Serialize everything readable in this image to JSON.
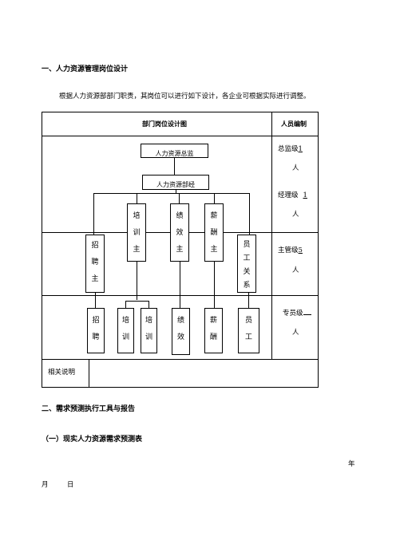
{
  "section1": {
    "heading": "一、人力资源管理岗位设计",
    "intro": "根据人力资源部部门职责，其岗位可以进行如下设计，各企业可根据实际进行调整。"
  },
  "table": {
    "header_left": "部门岗位设计图",
    "header_right": "人员编制",
    "chart": {
      "director": "人力资源总监",
      "manager": "人力资源部经",
      "supervisors": [
        {
          "id": "training",
          "chars": [
            "培",
            "训",
            "主"
          ]
        },
        {
          "id": "performance",
          "chars": [
            "绩",
            "效",
            "主"
          ]
        },
        {
          "id": "compensation",
          "chars": [
            "薪",
            "酬",
            "主"
          ]
        }
      ],
      "side_supervisors": {
        "recruit": [
          "招",
          "聘",
          "主"
        ],
        "employee_relations": [
          "员",
          "工",
          "关",
          "系"
        ]
      },
      "specialists": [
        {
          "id": "recruit",
          "chars": [
            "招",
            "聘"
          ]
        },
        {
          "id": "training-1",
          "chars": [
            "培",
            "训"
          ]
        },
        {
          "id": "training-2",
          "chars": [
            "培",
            "训"
          ]
        },
        {
          "id": "performance",
          "chars": [
            "绩",
            "效"
          ]
        },
        {
          "id": "compensation",
          "chars": [
            "薪",
            "酬"
          ]
        },
        {
          "id": "employee",
          "chars": [
            "员",
            "工"
          ]
        }
      ]
    },
    "staffing": {
      "row1_a_label": "总监级",
      "row1_a_count": "1",
      "row1_a_unit": "人",
      "row1_b_label": "经理级",
      "row1_b_count": "1",
      "row1_b_unit": "人",
      "row2_label": "主管级",
      "row2_count": "5",
      "row2_unit": "人",
      "row3_label": "专员级",
      "row3_count": "",
      "row3_unit": "人"
    },
    "notes_label": "相关说明",
    "notes_value": ""
  },
  "section2": {
    "heading": "二、需求预测执行工具与报告",
    "sub_heading": "（一）现实人力资源需求预测表",
    "date_year": "年",
    "date_month": "月",
    "date_day": "日"
  }
}
